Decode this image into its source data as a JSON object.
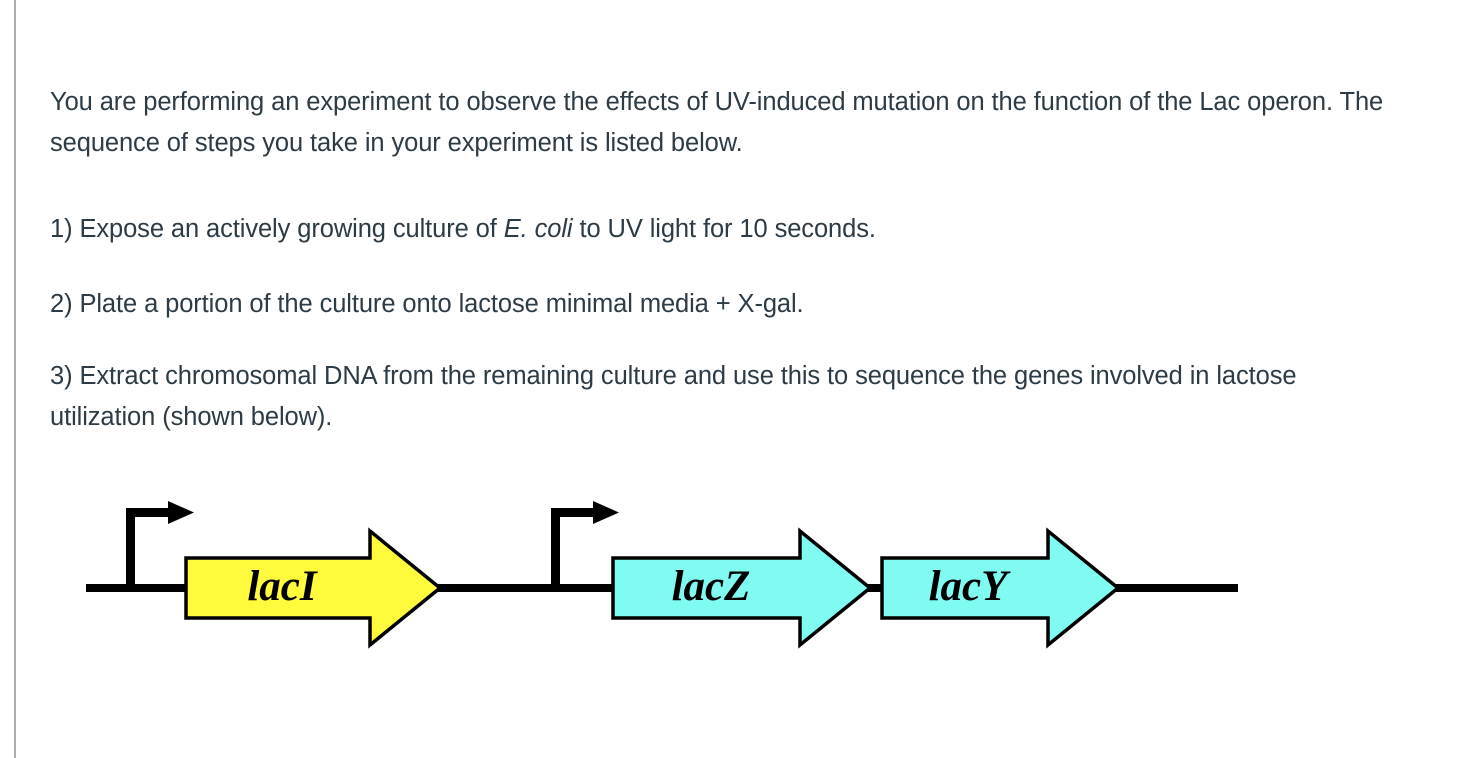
{
  "page": {
    "background": "#ffffff",
    "text_color": "#2d3b45",
    "rule_color": "#a8b0b5"
  },
  "question": {
    "intro": "You are performing an experiment to observe the effects of UV-induced mutation on the function of the Lac operon. The sequence of steps you take in your experiment is listed below.",
    "steps": [
      {
        "number": "1)",
        "text_before": "1) Expose an actively growing culture of ",
        "italic": "E. coli",
        "text_after": " to UV light for 10 seconds."
      },
      {
        "number": "2)",
        "text": "2) Plate a portion of the culture onto lactose minimal media + X-gal."
      },
      {
        "number": "3)",
        "text": "3) Extract chromosomal DNA from the remaining culture and use this to sequence the genes involved in lactose utilization (shown below)."
      }
    ]
  },
  "diagram": {
    "name": "lac-operon-gene-map",
    "line_color": "#000000",
    "genes": [
      {
        "id": "lacI",
        "label": "lacI",
        "fill": "#fffa3c",
        "stroke": "#000000"
      },
      {
        "id": "lacZ",
        "label": "lacZ",
        "fill": "#80fbf2",
        "stroke": "#000000"
      },
      {
        "id": "lacY",
        "label": "lacY",
        "fill": "#80fbf2",
        "stroke": "#000000"
      }
    ],
    "promoters": [
      {
        "id": "promoter-laci",
        "for": "lacI"
      },
      {
        "id": "promoter-lacz",
        "for": "lacZ"
      }
    ]
  }
}
